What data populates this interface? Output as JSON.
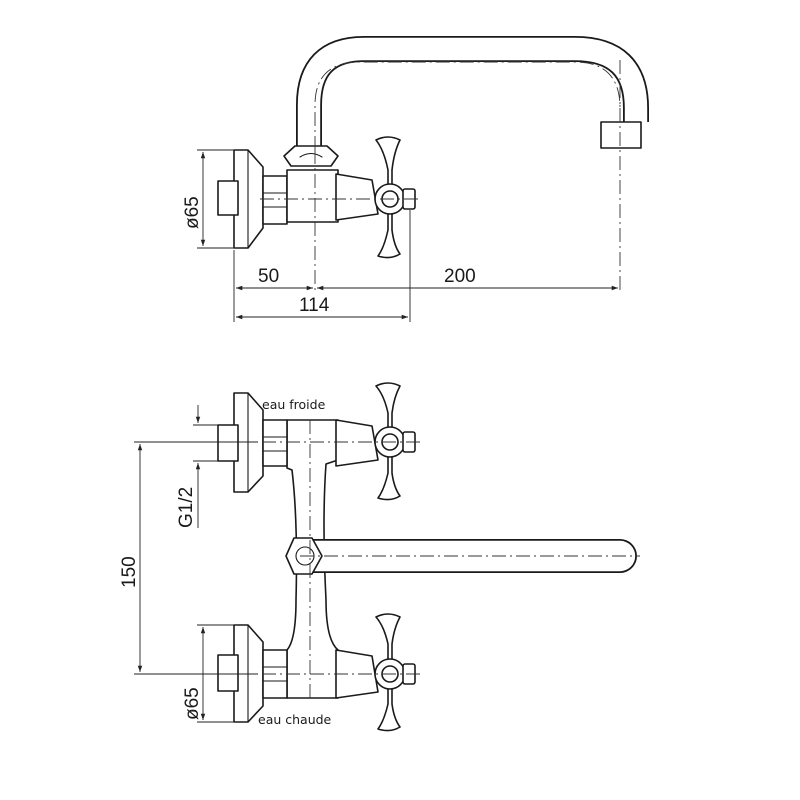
{
  "top_view": {
    "dim_diameter": "ø65",
    "dim_50": "50",
    "dim_200": "200",
    "dim_114": "114"
  },
  "front_view": {
    "label_cold": "eau froide",
    "label_hot": "eau chaude",
    "dim_thread": "G1/2",
    "dim_spacing": "150",
    "dim_diameter": "ø65"
  }
}
